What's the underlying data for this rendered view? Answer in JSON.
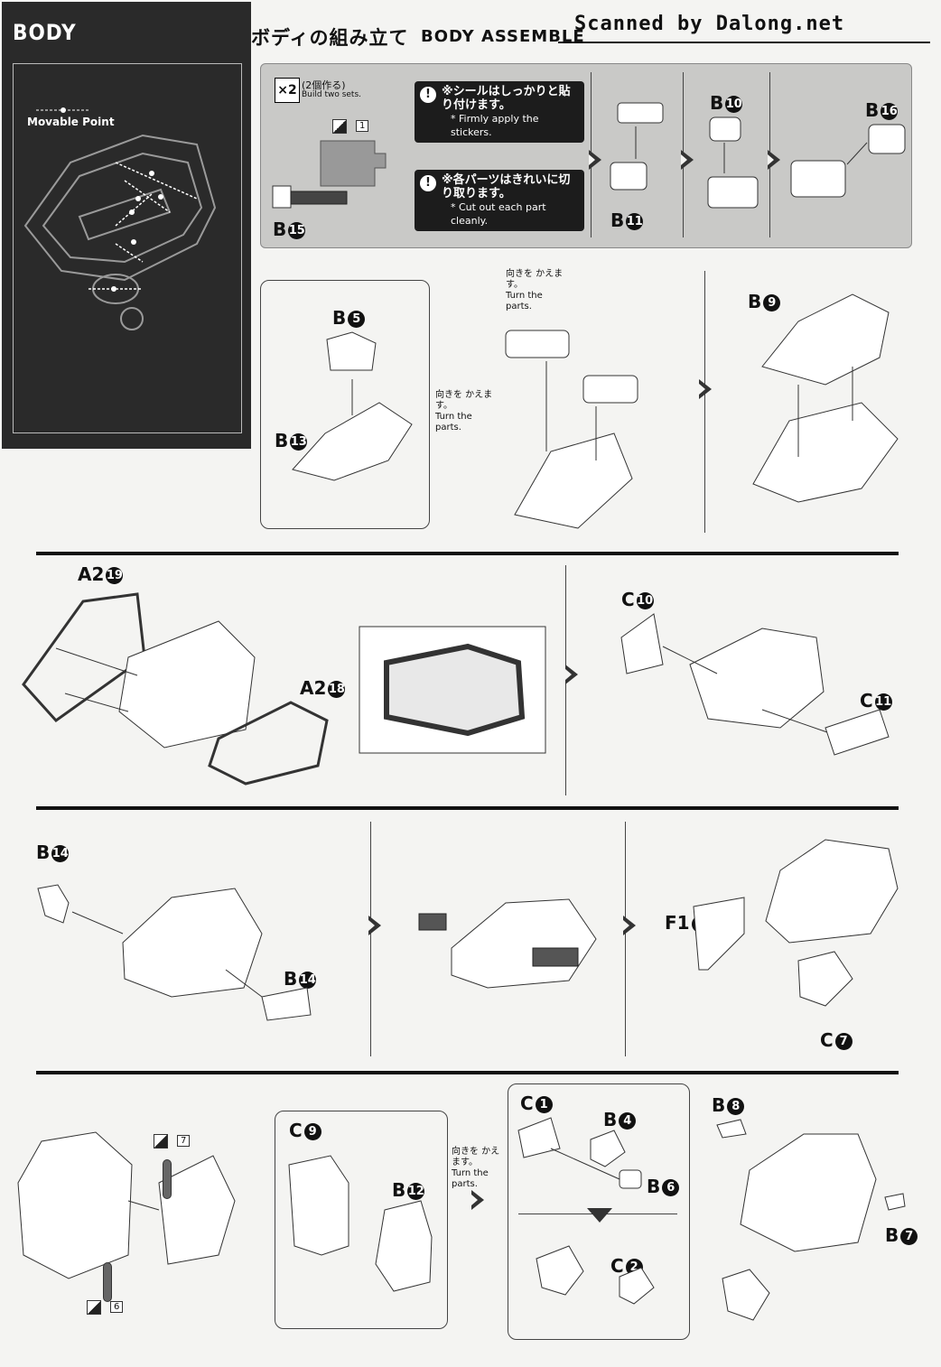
{
  "sidebar": {
    "title": "BODY",
    "legend_label": "Movable Point"
  },
  "header": {
    "title_jp": "ボディの組み立て",
    "title_en": "BODY ASSEMBLE",
    "watermark": "Scanned by Dalong.net"
  },
  "step1": {
    "multiplier": "×2",
    "multiplier_jp": "(2個作る)",
    "multiplier_en": "Build two sets.",
    "sticker_num": "1",
    "note1_jp": "※シールはしっかりと貼り付けます。",
    "note1_en": "* Firmly apply the stickers.",
    "note2_jp": "※各パーツはきれいに切り取ります。",
    "note2_en": "* Cut out each part cleanly.",
    "parts": {
      "b15": "B",
      "b15n": "15",
      "b11": "B",
      "b11n": "11",
      "b10": "B",
      "b10n": "10",
      "b16": "B",
      "b16n": "16"
    }
  },
  "step2": {
    "turn_jp": "向きを かえます。",
    "turn_en": "Turn the parts.",
    "b5": "B",
    "b5n": "5",
    "b13": "B",
    "b13n": "13",
    "b9": "B",
    "b9n": "9"
  },
  "step3": {
    "a219": "A2",
    "a219n": "19",
    "a218": "A2",
    "a218n": "18",
    "c10": "C",
    "c10n": "10",
    "c11": "C",
    "c11n": "11"
  },
  "step4": {
    "b14a": "B",
    "b14an": "14",
    "b14b": "B",
    "b14bn": "14",
    "f13": "F1",
    "f13n": "3",
    "c7": "C",
    "c7n": "7"
  },
  "step5": {
    "sticker7": "7",
    "sticker6": "6",
    "c9": "C",
    "c9n": "9",
    "b12": "B",
    "b12n": "12",
    "turn_jp": "向きを かえます。",
    "turn_en": "Turn the parts.",
    "c1": "C",
    "c1n": "1",
    "b4": "B",
    "b4n": "4",
    "b6": "B",
    "b6n": "6",
    "c2": "C",
    "c2n": "2",
    "b8": "B",
    "b8n": "8",
    "b7": "B",
    "b7n": "7"
  }
}
